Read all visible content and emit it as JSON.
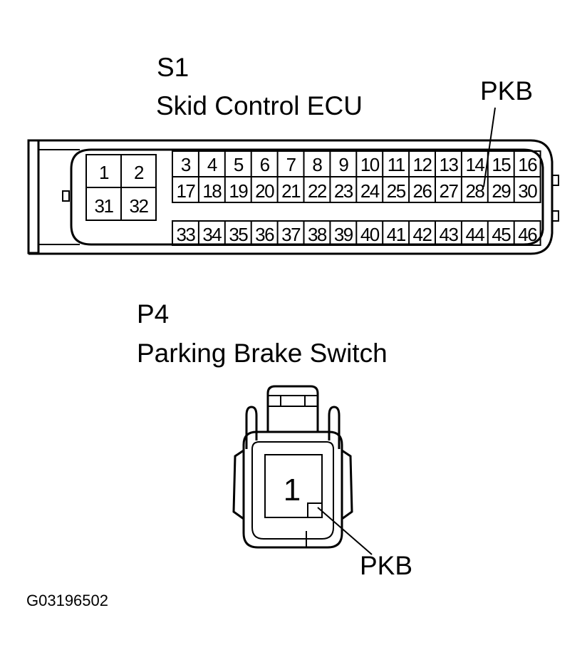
{
  "connector_s1": {
    "code": "S1",
    "name": "Skid Control ECU",
    "terminal_label": "PKB",
    "pins_left_block": [
      "1",
      "2",
      "31",
      "32"
    ],
    "pins_row_top": [
      "3",
      "4",
      "5",
      "6",
      "7",
      "8",
      "9",
      "10",
      "11",
      "12",
      "13",
      "14",
      "15",
      "16"
    ],
    "pins_row_middle": [
      "17",
      "18",
      "19",
      "20",
      "21",
      "22",
      "23",
      "24",
      "25",
      "26",
      "27",
      "28",
      "29",
      "30"
    ],
    "pins_row_bottom": [
      "33",
      "34",
      "35",
      "36",
      "37",
      "38",
      "39",
      "40",
      "41",
      "42",
      "43",
      "44",
      "45",
      "46"
    ]
  },
  "connector_p4": {
    "code": "P4",
    "name": "Parking Brake Switch",
    "pin": "1",
    "terminal_label": "PKB"
  },
  "figure_id": "G03196502"
}
